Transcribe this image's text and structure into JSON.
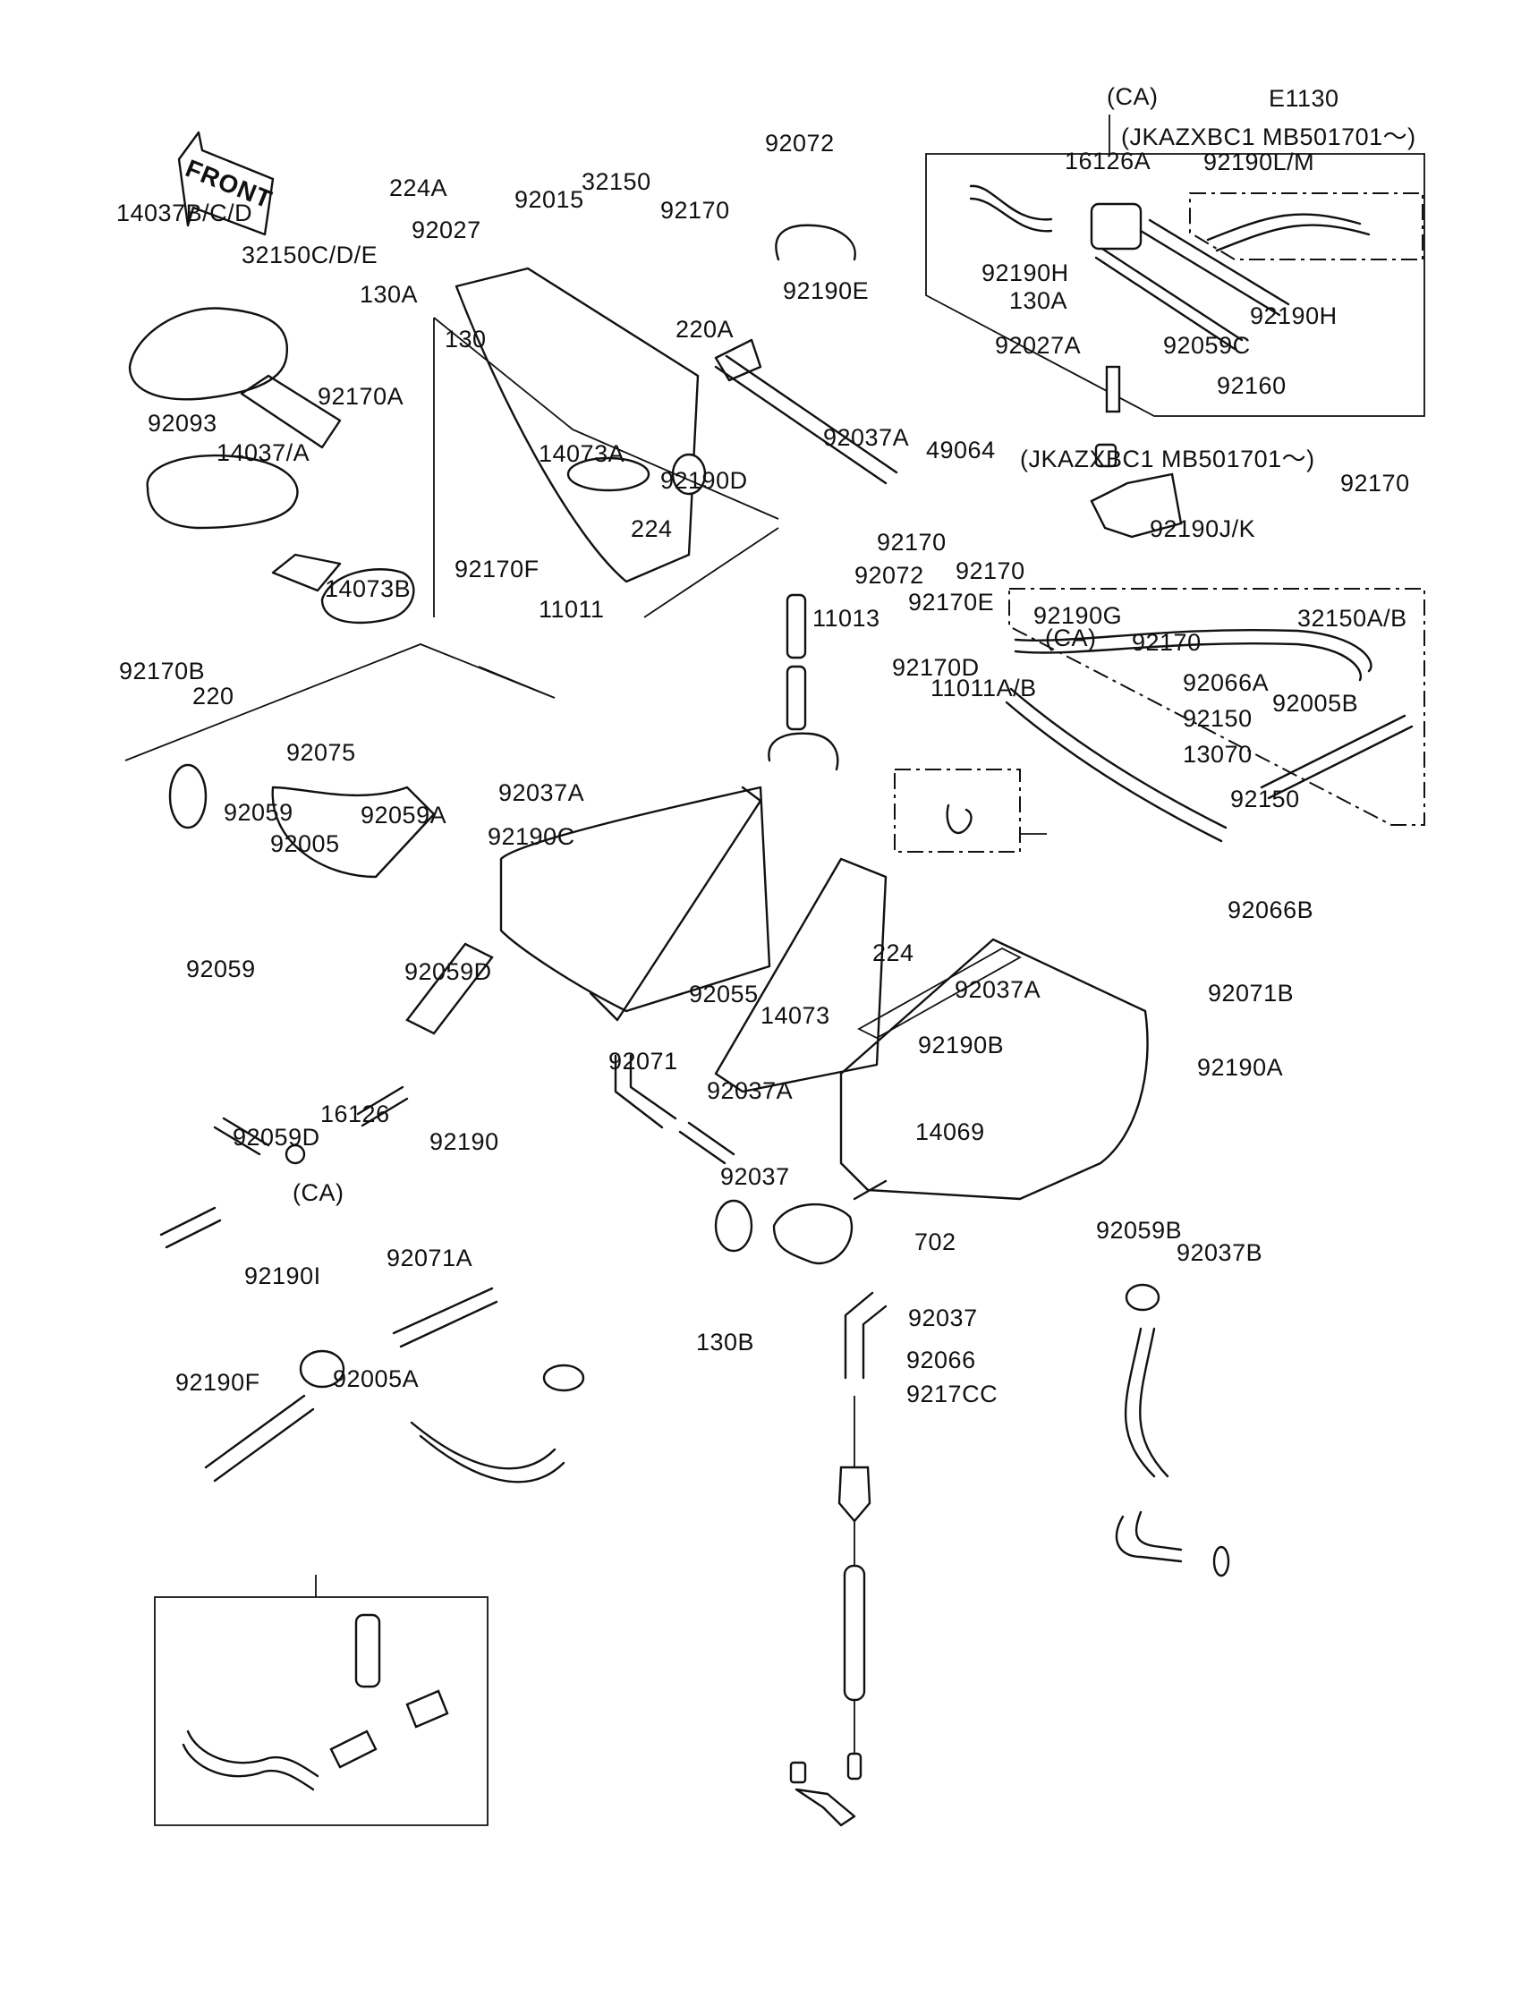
{
  "diagram": {
    "ref_code": "E1130",
    "front_label": "FRONT",
    "variant_tags": {
      "ca_top": "(CA)",
      "ca_mid": "(CA)",
      "ca_bottom": "(CA)",
      "serial_top": "(JKAZXBC1 MB501701～)",
      "serial_mid": "(JKAZXBC1 MB501701～)"
    },
    "parts": {
      "p14037bcd": "14037B/C/D",
      "p32150cde": "32150C/D/E",
      "p92093": "92093",
      "p14037a": "14037/A",
      "p92170a": "92170A",
      "p130a_left": "130A",
      "p130": "130",
      "p224a": "224A",
      "p92015": "92015",
      "p32150": "32150",
      "p92170_top": "92170",
      "p92027": "92027",
      "p220a": "220A",
      "p92190e": "92190E",
      "p92072_top": "92072",
      "p14073a": "14073A",
      "p92037a_top": "92037A",
      "p92190d": "92190D",
      "p92072_mid": "92072",
      "p16126a": "16126A",
      "p92190lm": "92190L/M",
      "p92190h_left": "92190H",
      "p130a_right": "130A",
      "p92190h_right": "92190H",
      "p92027a": "92027A",
      "p92059c": "92059C",
      "p92160": "92160",
      "p49064": "49064",
      "p92170_a": "92170",
      "p92170_b": "92170",
      "p92190jk": "92190J/K",
      "p92170_c": "92170",
      "p92190g": "92190G",
      "p32150ab": "32150A/B",
      "p92170_d": "92170",
      "p92005b": "92005B",
      "p92170e": "92170E",
      "p92170d": "92170D",
      "p11011ab": "11011A/B",
      "p92066a": "92066A",
      "p92150_a": "92150",
      "p13070": "13070",
      "p92150_b": "92150",
      "p92066b": "92066B",
      "p92071b": "92071B",
      "p92190a": "92190A",
      "p92059b": "92059B",
      "p92037b": "92037B",
      "p224_mid": "224",
      "p92170f": "92170F",
      "p11011": "11011",
      "p11013": "11013",
      "p14073b": "14073B",
      "p92170b": "92170B",
      "p220": "220",
      "p92075": "92075",
      "p92037a_mid": "92037A",
      "p92190c": "92190C",
      "p92059_top": "92059",
      "p92005": "92005",
      "p92059a": "92059A",
      "p92059_bot": "92059",
      "p92059d_top": "92059D",
      "p92071": "92071",
      "p16126": "16126",
      "p92059d_bot": "92059D",
      "p92190": "92190",
      "p92055": "92055",
      "p14073": "14073",
      "p224_low": "224",
      "p92037a_low": "92037A",
      "p92190b": "92190B",
      "p92037a_bot": "92037A",
      "p14069": "14069",
      "p92037_a": "92037",
      "p702": "702",
      "p92037_b": "92037",
      "p130b": "130B",
      "p92066": "92066",
      "p92170c": "9217CC",
      "p92190i": "92190I",
      "p92071a": "92071A",
      "p92190f": "92190F",
      "p92005a": "92005A"
    }
  }
}
